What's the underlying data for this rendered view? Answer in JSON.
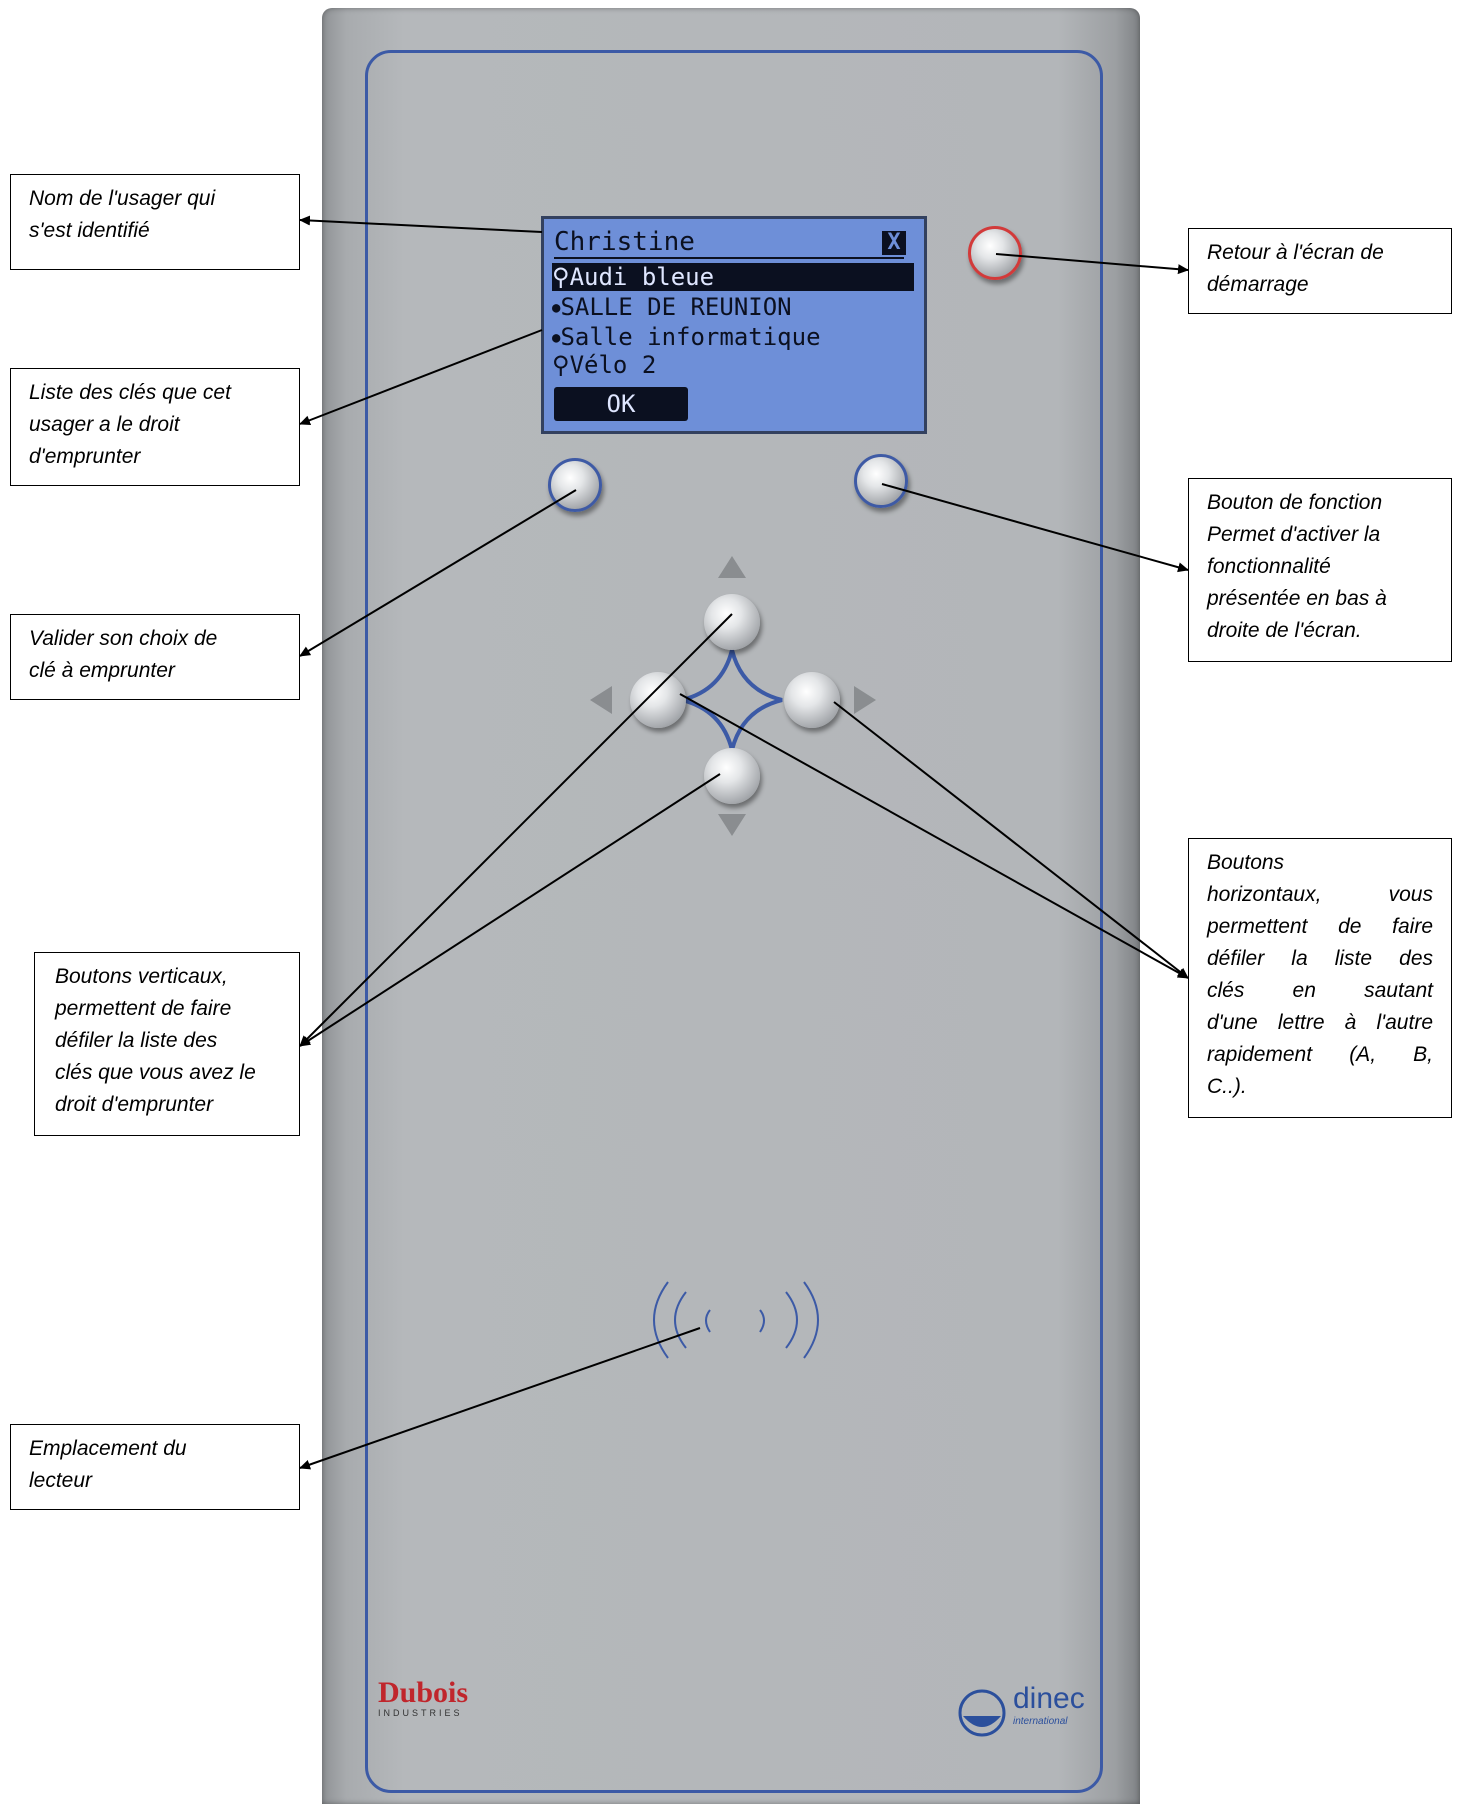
{
  "screen": {
    "user_name": "Christine",
    "close_glyph": "X",
    "items": [
      {
        "icon": "key",
        "glyph": "⚲",
        "label": "Audi bleue",
        "selected": true
      },
      {
        "icon": "room",
        "glyph": "●",
        "label": "SALLE DE REUNION",
        "selected": false
      },
      {
        "icon": "room",
        "glyph": "●",
        "label": "Salle informatique",
        "selected": false
      },
      {
        "icon": "key",
        "glyph": "⚲",
        "label": "Vélo 2",
        "selected": false
      }
    ],
    "ok_label": "OK"
  },
  "callouts": {
    "user": [
      "Nom de l'usager qui",
      "s'est identifié"
    ],
    "keys_list": [
      "Liste des clés que cet",
      "usager a le droit",
      "d'emprunter"
    ],
    "validate": [
      "Valider son choix de",
      "clé à emprunter"
    ],
    "vertical": [
      "Boutons verticaux,",
      "permettent de faire",
      "défiler la liste des",
      "clés que vous avez le",
      "droit d'emprunter"
    ],
    "reader": [
      "Emplacement du",
      "lecteur"
    ],
    "home": [
      "Retour à l'écran de",
      "démarrage"
    ],
    "function": [
      "Bouton de fonction",
      "Permet d'activer la",
      "fonctionnalité",
      "présentée en bas à",
      "droite de l'écran."
    ],
    "horizontal": [
      "Boutons",
      "horizontaux, vous",
      "permettent de faire",
      "défiler la liste des",
      "clés en sautant",
      "d'une lettre à l'autre",
      "rapidement (A, B,",
      "C..)."
    ]
  },
  "logos": {
    "left": {
      "name": "Dubois",
      "sub": "INDUSTRIES"
    },
    "right": {
      "name": "dinec",
      "sub": "international"
    }
  },
  "colors": {
    "panel": "#b3b6b9",
    "border": "#3c5aa6",
    "lcd": "#6e8fd8",
    "red_button": "#d23a3a"
  }
}
